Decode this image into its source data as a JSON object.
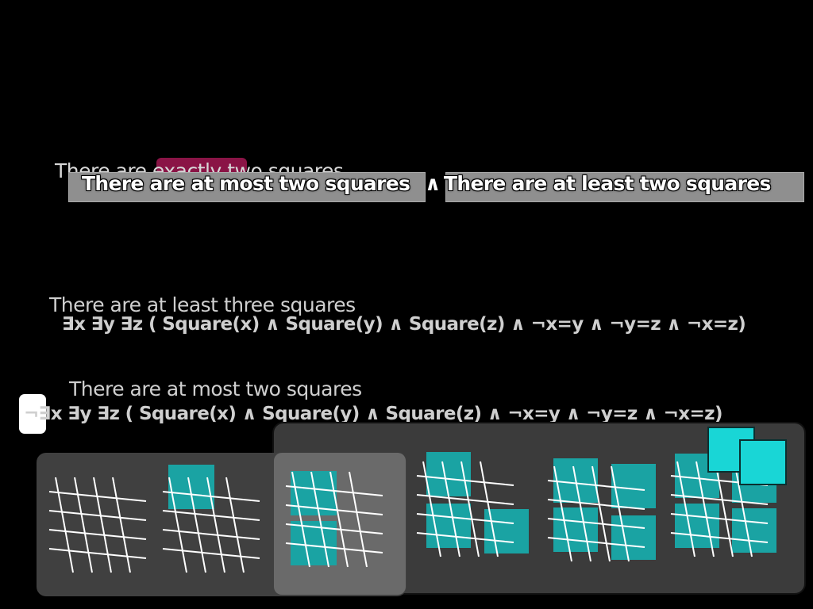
{
  "headline_faded": "There are exactly two squares",
  "banner": {
    "left_text": "There are at most two squares",
    "connective": "∧",
    "right_text": "There are at least two squares"
  },
  "at_least_three": {
    "label": "There are at least three squares",
    "formula": "∃x ∃y ∃z ( Square(x) ∧ Square(y) ∧ Square(z) ∧ ¬x=y ∧ ¬y=z ∧ ¬x=z)"
  },
  "at_most_two": {
    "label": "There are at most two squares",
    "formula": "¬∃x ∃y ∃z ( Square(x) ∧ Square(y) ∧ Square(z) ∧ ¬x=y ∧ ¬y=z ∧ ¬x=z)"
  },
  "worlds": [
    {
      "name": "world-zero-squares",
      "squares": 0
    },
    {
      "name": "world-one-square",
      "squares": 1
    },
    {
      "name": "world-two-squares",
      "squares": 2
    },
    {
      "name": "world-three-squares",
      "squares": 3
    },
    {
      "name": "world-four-squares",
      "squares": 4
    },
    {
      "name": "world-five-squares",
      "squares": 5
    }
  ],
  "colors": {
    "background": "#000000",
    "square_fill": "#1aa3a3",
    "square_highlight": "#19d6d6",
    "magenta_highlight": "#8a1446",
    "banner_grey": "#8f8f8f"
  }
}
